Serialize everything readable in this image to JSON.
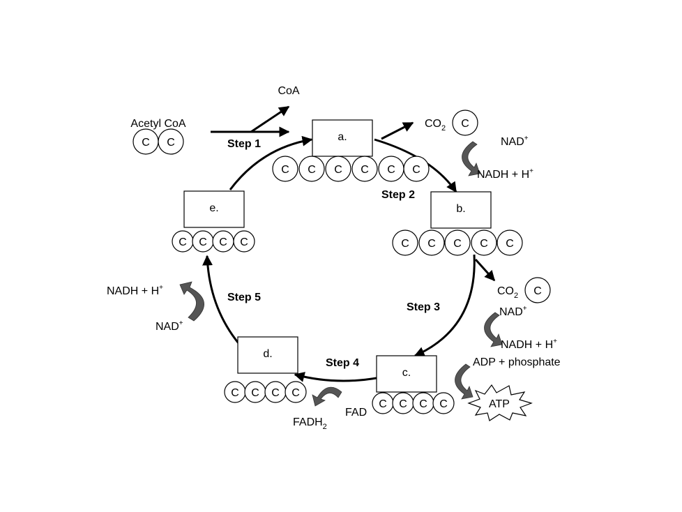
{
  "inputs": {
    "acetyl_coa": "Acetyl CoA",
    "coa": "CoA"
  },
  "steps": {
    "step1": "Step 1",
    "step2": "Step 2",
    "step3": "Step 3",
    "step4": "Step 4",
    "step5": "Step 5"
  },
  "boxes": {
    "a": "a.",
    "b": "b.",
    "c": "c.",
    "d": "d.",
    "e": "e."
  },
  "carbon_symbol": "C",
  "molecules": {
    "co2_base": "CO",
    "co2_sub": "2",
    "nad_base": "NAD",
    "nad_sup": "+",
    "nadh": "NADH + H",
    "nadh_sup": "+",
    "adp": "ADP + phosphate",
    "atp": "ATP",
    "fad": "FAD",
    "fadh_base": "FADH",
    "fadh_sub": "2"
  },
  "colors": {
    "curl_arrow": "#555555",
    "line": "#000000"
  }
}
